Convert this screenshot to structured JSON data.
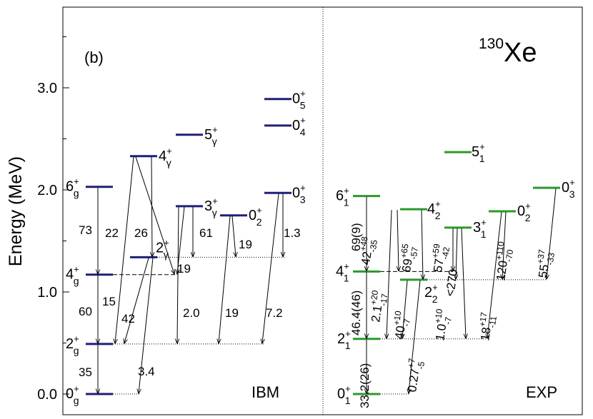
{
  "panel_label": "(b)",
  "nucleus": {
    "mass": "130",
    "symbol": "Xe"
  },
  "y_axis": {
    "label": "Energy (MeV)",
    "ticks": [
      "0.0",
      "1.0",
      "2.0",
      "3.0"
    ],
    "tick_values": [
      0.0,
      1.0,
      2.0,
      3.0
    ],
    "range": [
      -0.15,
      3.85
    ]
  },
  "colors": {
    "ibm": "#1f1f78",
    "exp": "#2a9a2a",
    "arrow": "#000000"
  },
  "ibm": {
    "title": "IBM",
    "levels": [
      {
        "id": "0g",
        "J": "0",
        "sub": "g",
        "energy": 0.0
      },
      {
        "id": "2g",
        "J": "2",
        "sub": "g",
        "energy": 0.49
      },
      {
        "id": "4g",
        "J": "4",
        "sub": "g",
        "energy": 1.17
      },
      {
        "id": "6g",
        "J": "6",
        "sub": "g",
        "energy": 2.03
      },
      {
        "id": "2gam",
        "J": "2",
        "sub": "γ",
        "energy": 1.34
      },
      {
        "id": "4gam",
        "J": "4",
        "sub": "γ",
        "energy": 2.33
      },
      {
        "id": "3gam",
        "J": "3",
        "sub": "γ",
        "energy": 1.84
      },
      {
        "id": "5gam",
        "J": "5",
        "sub": "γ",
        "energy": 2.54
      },
      {
        "id": "02",
        "J": "0",
        "sub": "2",
        "energy": 1.75
      },
      {
        "id": "03",
        "J": "0",
        "sub": "3",
        "energy": 1.97
      },
      {
        "id": "04",
        "J": "0",
        "sub": "4",
        "energy": 2.63
      },
      {
        "id": "05",
        "J": "0",
        "sub": "5",
        "energy": 2.89
      }
    ],
    "transitions": [
      {
        "from": "6g",
        "to": "4g",
        "value": "73"
      },
      {
        "from": "4g",
        "to": "2g",
        "value": "60"
      },
      {
        "from": "2g",
        "to": "0g",
        "value": "35"
      },
      {
        "from": "2gam",
        "to": "0g",
        "value": "3.4"
      },
      {
        "from": "2gam",
        "to": "2g",
        "value": "42"
      },
      {
        "from": "4gam",
        "to": "2g",
        "value": "15"
      },
      {
        "from": "4gam",
        "to": "4g",
        "value": "22"
      },
      {
        "from": "4gam",
        "to": "2gam",
        "value": "26"
      },
      {
        "from": "3gam",
        "to": "2gam",
        "value": "61"
      },
      {
        "from": "3gam",
        "to": "4g",
        "value": "19"
      },
      {
        "from": "3gam",
        "to": "2g",
        "value": "2.0"
      },
      {
        "from": "02",
        "to": "2gam",
        "value": "19"
      },
      {
        "from": "02",
        "to": "2g",
        "value": "19"
      },
      {
        "from": "03",
        "to": "2gam",
        "value": "1.3"
      },
      {
        "from": "03",
        "to": "2g",
        "value": "7.2"
      }
    ]
  },
  "exp": {
    "title": "EXP",
    "levels": [
      {
        "id": "01",
        "J": "0",
        "sub": "1",
        "energy": 0.0
      },
      {
        "id": "21",
        "J": "2",
        "sub": "1",
        "energy": 0.54
      },
      {
        "id": "41",
        "J": "4",
        "sub": "1",
        "energy": 1.2
      },
      {
        "id": "61",
        "J": "6",
        "sub": "1",
        "energy": 1.94
      },
      {
        "id": "22",
        "J": "2",
        "sub": "2",
        "energy": 1.12
      },
      {
        "id": "42",
        "J": "4",
        "sub": "2",
        "energy": 1.81
      },
      {
        "id": "31",
        "J": "3",
        "sub": "1",
        "energy": 1.63
      },
      {
        "id": "51",
        "J": "5",
        "sub": "1",
        "energy": 2.37
      },
      {
        "id": "02",
        "J": "0",
        "sub": "2",
        "energy": 1.79
      },
      {
        "id": "03",
        "J": "0",
        "sub": "3",
        "energy": 2.02
      }
    ],
    "transitions": [
      {
        "from": "61",
        "to": "41",
        "value": "69(9)"
      },
      {
        "from": "41",
        "to": "21",
        "value": "46.4(46)"
      },
      {
        "from": "21",
        "to": "01",
        "value": "33.2(26)"
      },
      {
        "from": "22",
        "to": "01",
        "value": "0.27",
        "sup": "+7",
        "sub": "-5"
      },
      {
        "from": "22",
        "to": "21",
        "value": "40",
        "sup": "+10",
        "sub": "-7"
      },
      {
        "from": "42",
        "to": "21",
        "value": "2.1",
        "sup": "+20",
        "sub": "-17"
      },
      {
        "from": "42",
        "to": "41",
        "value": "42",
        "sup": "+48",
        "sub": "-35"
      },
      {
        "from": "42",
        "to": "22",
        "value": "69",
        "sup": "+65",
        "sub": "-57"
      },
      {
        "from": "31",
        "to": "41",
        "value": "57",
        "sup": "+59",
        "sub": "-42"
      },
      {
        "from": "31",
        "to": "22",
        "value": "<270"
      },
      {
        "from": "31",
        "to": "21",
        "value": "1.0",
        "sup": "+10",
        "sub": "-7"
      },
      {
        "from": "02",
        "to": "22",
        "value": "120",
        "sup": "+110",
        "sub": "-70"
      },
      {
        "from": "02",
        "to": "21",
        "value": "18",
        "sup": "+17",
        "sub": "-11"
      },
      {
        "from": "03",
        "to": "22",
        "value": "55",
        "sup": "+37",
        "sub": "-33"
      }
    ]
  }
}
